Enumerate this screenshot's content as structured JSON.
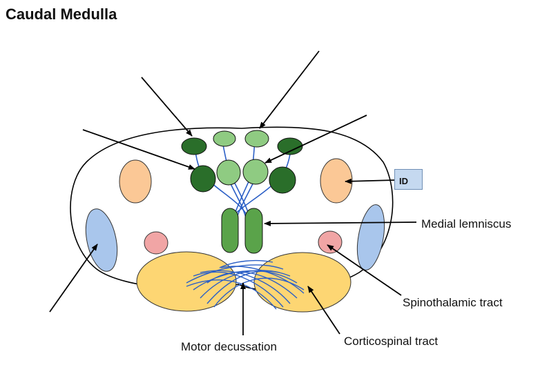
{
  "title": "Caudal Medulla",
  "labels": {
    "medial_lemniscus": "Medial lemniscus",
    "spinothalamic_tract": "Spinothalamic tract",
    "corticospinal_tract": "Corticospinal tract",
    "motor_decussation": "Motor decussation",
    "id_box": "ID"
  },
  "colors": {
    "dark_green": "#2a6e2a",
    "light_green": "#8fcb82",
    "mid_green": "#5aa34a",
    "peach": "#fbc896",
    "light_blue": "#a9c6ec",
    "pink": "#f1a5a5",
    "yellow": "#fdd673",
    "fiber_blue": "#2b5fc6",
    "id_box_fill": "#c5d9f0"
  }
}
